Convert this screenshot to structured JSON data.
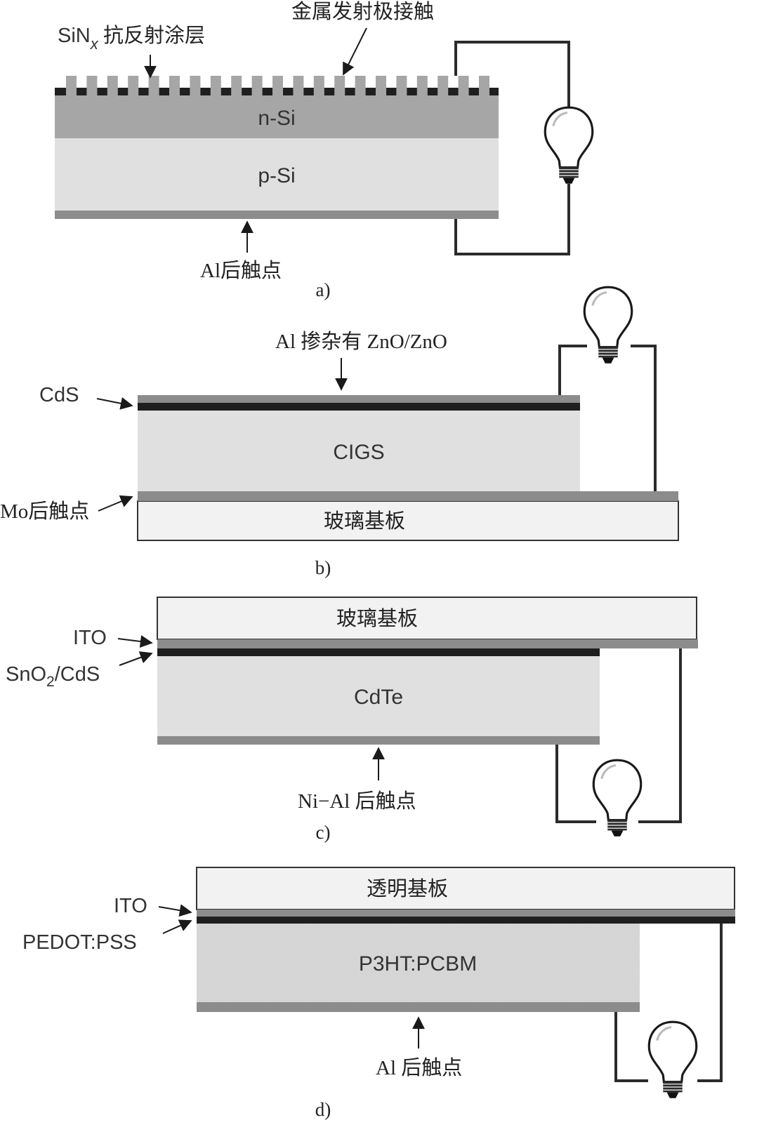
{
  "panel_a": {
    "label": "a)",
    "coating_label_main": "SiN",
    "coating_label_sub": "x",
    "coating_label_rest": " 抗反射涂层",
    "contact_label": "金属发射极接触",
    "n_layer": "n-Si",
    "p_layer": "p-Si",
    "back_contact": "Al后触点"
  },
  "panel_b": {
    "label": "b)",
    "top_label": "Al 掺杂有 ZnO/ZnO",
    "cds_label": "CdS",
    "absorber": "CIGS",
    "back_contact": "Mo后触点",
    "substrate": "玻璃基板"
  },
  "panel_c": {
    "label": "c)",
    "substrate": "玻璃基板",
    "ito_label": "ITO",
    "window_main": "SnO",
    "window_sub": "2",
    "window_rest": "/CdS",
    "absorber": "CdTe",
    "back_contact": "Ni−Al 后触点"
  },
  "panel_d": {
    "label": "d)",
    "substrate": "透明基板",
    "ito_label": "ITO",
    "pedot_label": "PEDOT:PSS",
    "absorber": "P3HT:PCBM",
    "back_contact": "Al 后触点"
  },
  "colors": {
    "dark_layer": "#1f1f1f",
    "mid_gray": "#8c8c8c",
    "n_si": "#a6a6a6",
    "light_layer": "#e0e0e0",
    "substrate": "#f2f2f2",
    "wire": "#2b2b2b"
  },
  "icons": [
    "light-bulb-icon"
  ]
}
